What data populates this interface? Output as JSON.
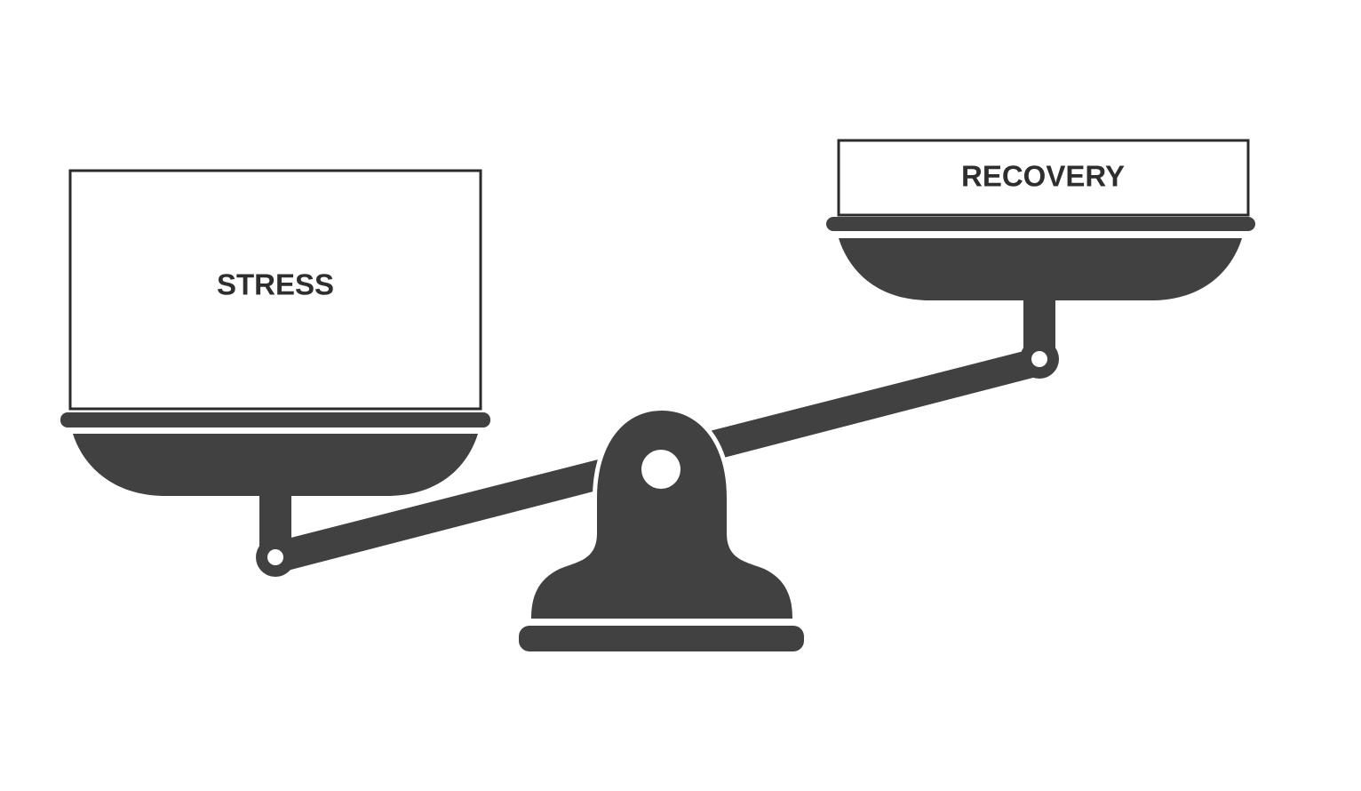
{
  "diagram": {
    "left_pan": {
      "label": "STRESS"
    },
    "right_pan": {
      "label": "RECOVERY"
    },
    "colors": {
      "scale_fill": "#414142",
      "box_stroke": "#2b2b2b",
      "box_fill": "#ffffff",
      "label_text": "#2e2e2e",
      "background": "#ffffff"
    },
    "icons": {
      "scale": "balance-scale-icon"
    },
    "tilt": "left-heavy"
  }
}
